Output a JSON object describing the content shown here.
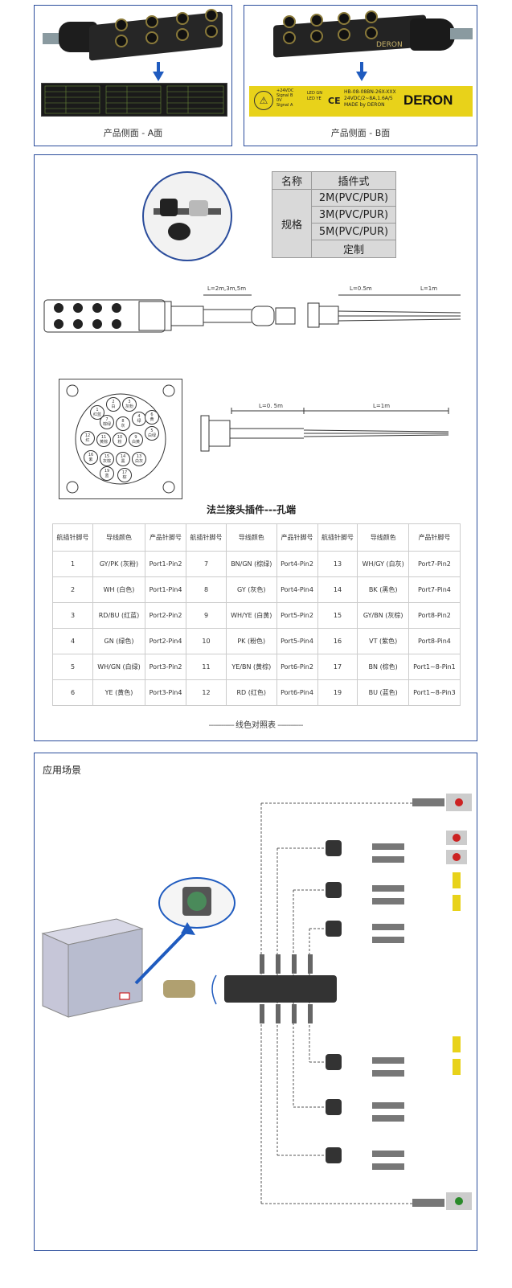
{
  "panel_a": {
    "caption": "产品侧面 - A面"
  },
  "panel_b": {
    "caption": "产品侧面 - B面",
    "label_brand": "DERON",
    "label_model": "HB-08-08BN-26X-XXX",
    "label_spec": "24VDC/2~8A,1.6A/5",
    "label_made": "MADE by DERON",
    "label_24v": "+24VDC",
    "label_0v": "0V",
    "label_sigb": "Signal B",
    "label_siga": "Signal A",
    "label_led_gn": "LED GN",
    "label_led_ye": "LED YE",
    "ce": "CE"
  },
  "spec_table": {
    "name_label": "名称",
    "type_value": "插件式",
    "spec_label": "规格",
    "options": [
      "2M(PVC/PUR)",
      "3M(PVC/PUR)",
      "5M(PVC/PUR)",
      "定制"
    ]
  },
  "dims": {
    "cable_len": "L=2m,3m,5m",
    "l05": "L=0.5m",
    "l1": "L=1m",
    "l05b": "L=0. 5m",
    "l1b": "L=1m"
  },
  "pin_face": {
    "pins": [
      {
        "n": "2",
        "c": "白"
      },
      {
        "n": "3",
        "c": "灰粉"
      },
      {
        "n": "1",
        "c": "红蓝"
      },
      {
        "n": "7",
        "c": "棕绿"
      },
      {
        "n": "8",
        "c": "灰"
      },
      {
        "n": "4",
        "c": "绿"
      },
      {
        "n": "12",
        "c": "红"
      },
      {
        "n": "11",
        "c": "黄棕"
      },
      {
        "n": "10",
        "c": "粉"
      },
      {
        "n": "9",
        "c": "白黄"
      },
      {
        "n": "5",
        "c": "白绿"
      },
      {
        "n": "6",
        "c": "黄"
      },
      {
        "n": "16",
        "c": "紫"
      },
      {
        "n": "15",
        "c": "灰棕"
      },
      {
        "n": "14",
        "c": "黑"
      },
      {
        "n": "13",
        "c": "白灰"
      },
      {
        "n": "19",
        "c": "蓝"
      },
      {
        "n": "17",
        "c": "棕"
      }
    ]
  },
  "wire_section": {
    "title": "法兰接头插件---孔端",
    "headers": [
      "航插针脚号",
      "导线颜色",
      "产品针脚号",
      "航插针脚号",
      "导线颜色",
      "产品针脚号",
      "航插针脚号",
      "导线颜色",
      "产品针脚号"
    ],
    "rows": [
      [
        "1",
        "GY/PK (灰粉)",
        "Port1-Pin2",
        "7",
        "BN/GN (棕绿)",
        "Port4-Pin2",
        "13",
        "WH/GY (白灰)",
        "Port7-Pin2"
      ],
      [
        "2",
        "WH (白色)",
        "Port1-Pin4",
        "8",
        "GY (灰色)",
        "Port4-Pin4",
        "14",
        "BK (黑色)",
        "Port7-Pin4"
      ],
      [
        "3",
        "RD/BU (红蓝)",
        "Port2-Pin2",
        "9",
        "WH/YE (白黄)",
        "Port5-Pin2",
        "15",
        "GY/BN (灰棕)",
        "Port8-Pin2"
      ],
      [
        "4",
        "GN (绿色)",
        "Port2-Pin4",
        "10",
        "PK (粉色)",
        "Port5-Pin4",
        "16",
        "VT (紫色)",
        "Port8-Pin4"
      ],
      [
        "5",
        "WH/GN (白绿)",
        "Port3-Pin2",
        "11",
        "YE/BN (黄棕)",
        "Port6-Pin2",
        "17",
        "BN (棕色)",
        "Port1~8-Pin1"
      ],
      [
        "6",
        "YE (黄色)",
        "Port3-Pin4",
        "12",
        "RD (红色)",
        "Port6-Pin4",
        "19",
        "BU (蓝色)",
        "Port1~8-Pin3"
      ]
    ],
    "footer": "线色对照表"
  },
  "application": {
    "title": "应用场景"
  },
  "colors": {
    "frame": "#2b4d9c",
    "arrow": "#1f5bbf",
    "label_yellow": "#e8d21a"
  }
}
